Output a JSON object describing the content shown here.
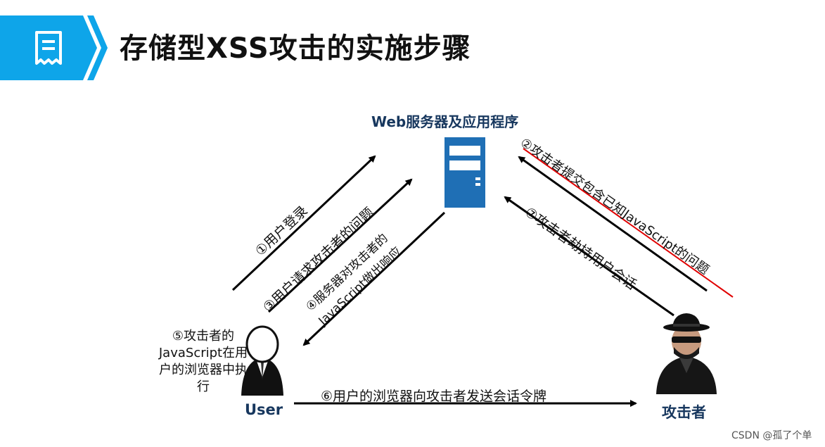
{
  "title": "存储型XSS攻击的实施步骤",
  "server_label": "Web服务器及应用程序",
  "user_label": "User",
  "attacker_label": "攻击者",
  "steps": {
    "s1": "①用户登录",
    "s2": "②攻击者提交包含已知JavaScript的问题",
    "s3": "③用户请求攻击者的问题",
    "s4_line1": "④服务器对攻击者的",
    "s4_line2": "JavaScript做出响应",
    "s5": "⑤攻击者的JavaScript在用户的浏览器中执行",
    "s6": "⑥用户的浏览器向攻击者发送会话令牌",
    "s7": "⑦攻击者劫持用户会话"
  },
  "watermark": "CSDN @孤了个单",
  "colors": {
    "header_blue": "#0ea5e9",
    "server_blue": "#1f6fb5",
    "red_underline": "#e00000",
    "label_navy": "#17375e"
  },
  "icons": [
    "document-icon",
    "server-icon",
    "user-icon",
    "hacker-icon"
  ]
}
